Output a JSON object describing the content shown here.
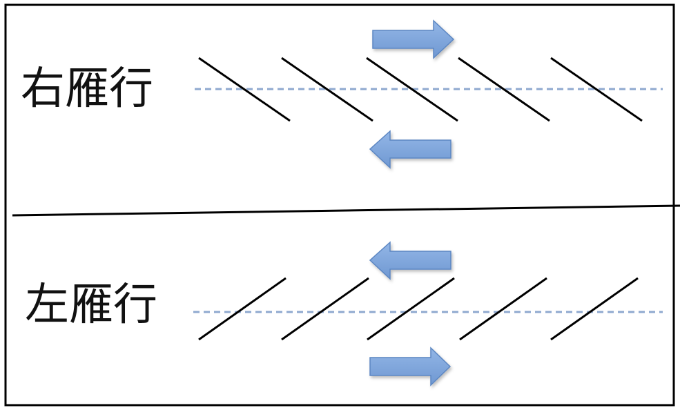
{
  "diagram": {
    "panels": [
      {
        "id": "right-echelon",
        "label": "右雁行",
        "segment_orientation": "descending-right",
        "segment_count": 5,
        "arrows": [
          "right",
          "left"
        ]
      },
      {
        "id": "left-echelon",
        "label": "左雁行",
        "segment_orientation": "ascending-right",
        "segment_count": 5,
        "arrows": [
          "left",
          "right"
        ]
      }
    ],
    "colors": {
      "border": "#000000",
      "segment": "#000000",
      "centerline": "#8fa9cf",
      "arrow_fill": "#7ea6dc",
      "arrow_stroke": "#5b86c2"
    }
  }
}
